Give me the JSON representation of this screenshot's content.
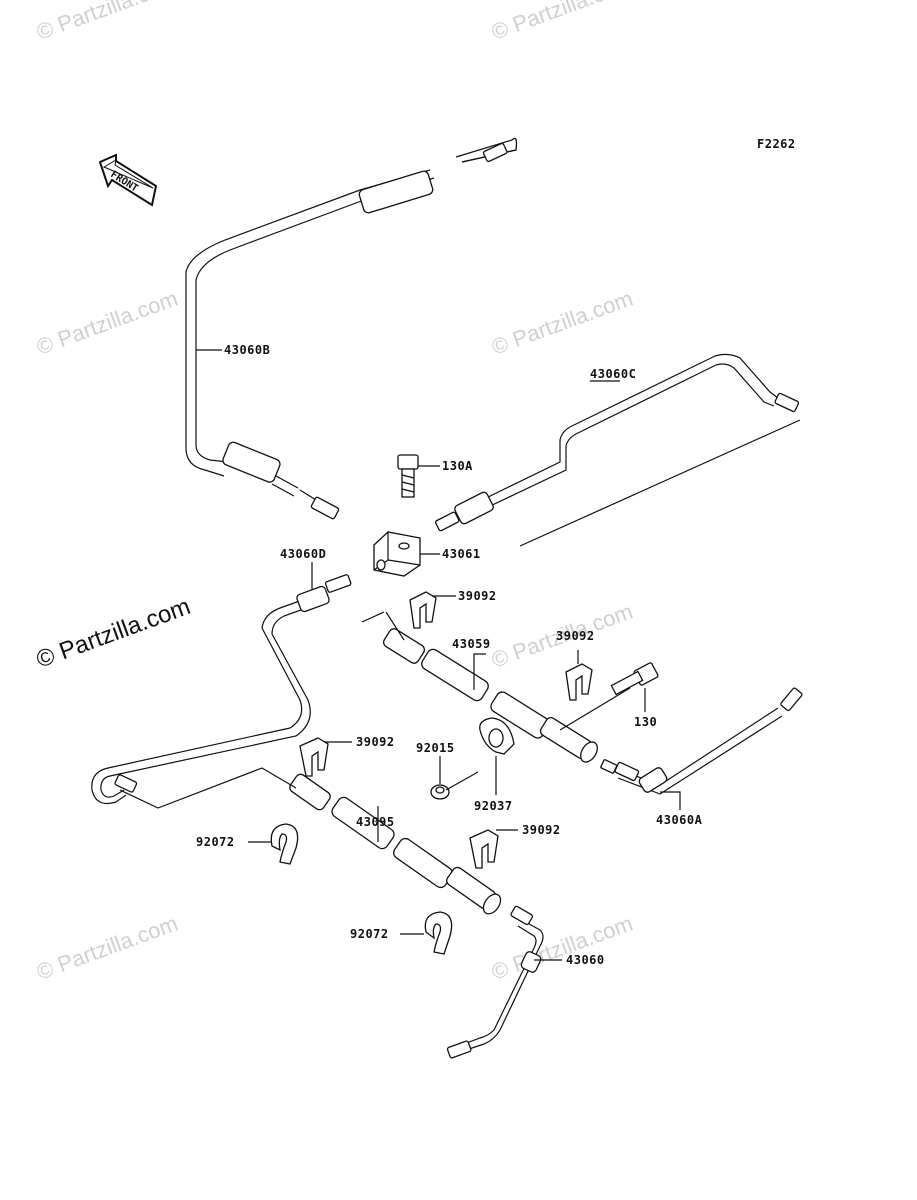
{
  "figure_code": "F2262",
  "front_arrow_label": "FRONT",
  "watermark_main": "© Partzilla.com",
  "watermark_faint": "© Partzilla.com",
  "callouts": {
    "c43060B": "43060B",
    "c43060C": "43060C",
    "c130A": "130A",
    "c43061": "43061",
    "c43060D": "43060D",
    "c39092_a": "39092",
    "c43059": "43059",
    "c39092_b": "39092",
    "c130": "130",
    "c39092_c": "39092",
    "c92015": "92015",
    "c92037": "92037",
    "c43060A": "43060A",
    "c43095": "43095",
    "c39092_d": "39092",
    "c92072_a": "92072",
    "c92072_b": "92072",
    "c43060": "43060"
  }
}
